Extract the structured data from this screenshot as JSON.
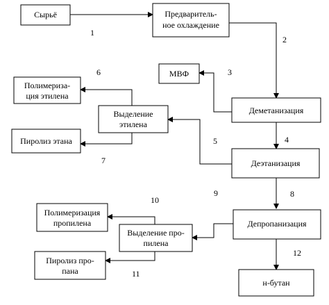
{
  "boxes": {
    "raw": [
      "Сырьё"
    ],
    "precool": [
      "Предваритель-",
      "ное охлаждение"
    ],
    "mvf": [
      "МВФ"
    ],
    "demeth": [
      "Деметанизация"
    ],
    "poly_eth": [
      "Полимериза-",
      "ция этилена"
    ],
    "sep_eth": [
      "Выделение",
      "этилена"
    ],
    "pyr_ethane": [
      "Пиролиз этана"
    ],
    "deeth": [
      "Деэтанизация"
    ],
    "poly_prop": [
      "Полимеризация",
      "пропилена"
    ],
    "sep_prop": [
      "Выделение про-",
      "пилена"
    ],
    "pyr_prop": [
      "Пиролиз про-",
      "пана"
    ],
    "deprop": [
      "Депропанизация"
    ],
    "butane": [
      "н-бутан"
    ]
  },
  "numbers": {
    "n1": "1",
    "n2": "2",
    "n3": "3",
    "n4": "4",
    "n5": "5",
    "n6": "6",
    "n7": "7",
    "n8": "8",
    "n9": "9",
    "n10": "10",
    "n11": "11",
    "n12": "12"
  }
}
